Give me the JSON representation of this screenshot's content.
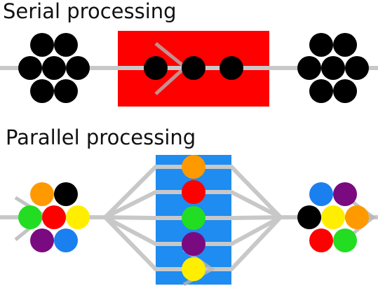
{
  "titles": {
    "serial": "Serial processing",
    "parallel": "Parallel processing"
  },
  "colors": {
    "serial_box": "#ff0000",
    "parallel_box": "#1e8cf0",
    "line": "#c8c8c8",
    "arrow": "#b4b4b4",
    "dot": "#000000"
  },
  "serial": {
    "input_count": 7,
    "processing_count": 3,
    "output_count": 7
  },
  "parallel": {
    "input_dots": [
      "orange",
      "black",
      "green",
      "red",
      "yellow",
      "purple",
      "blue"
    ],
    "lane_dots": [
      "orange",
      "red",
      "green",
      "purple",
      "yellow"
    ],
    "output_dots": [
      "blue",
      "purple",
      "black",
      "yellow",
      "orange",
      "red",
      "green"
    ]
  },
  "palette": {
    "orange": "#ff9900",
    "black": "#000000",
    "green": "#22dd22",
    "red": "#ff0000",
    "yellow": "#ffee00",
    "purple": "#7a0a80",
    "blue": "#1a80f0"
  }
}
